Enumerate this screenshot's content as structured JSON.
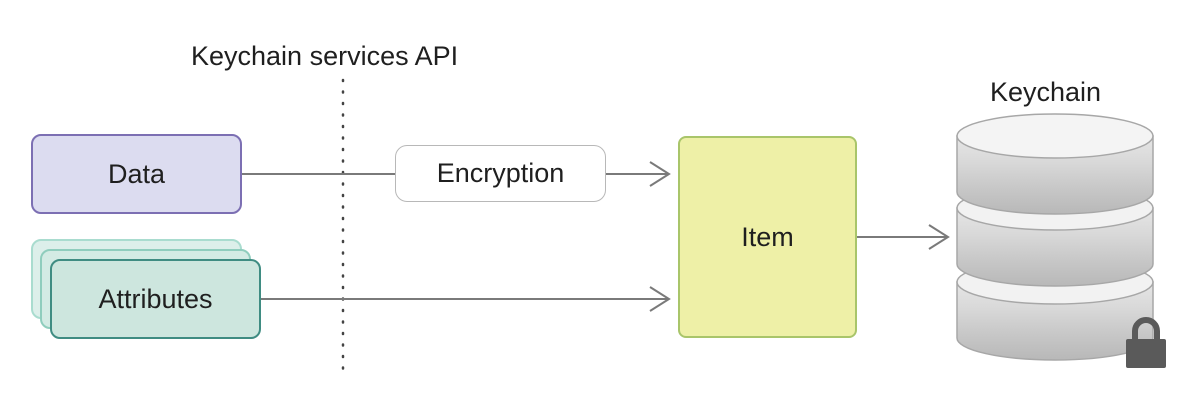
{
  "diagram": {
    "api_label": "Keychain services API",
    "keychain_label": "Keychain",
    "data_label": "Data",
    "attributes_label": "Attributes",
    "encryption_label": "Encryption",
    "item_label": "Item",
    "icons": {
      "database": "database-icon",
      "lock": "lock-icon"
    },
    "colors": {
      "data_fill": "#dcdcf0",
      "data_border": "#7c6fb3",
      "attributes_fill": "#cde6de",
      "attributes_border": "#3f8c82",
      "item_fill": "#eef0a7",
      "item_border": "#a9c56a",
      "arrow": "#7a7a7a"
    }
  }
}
